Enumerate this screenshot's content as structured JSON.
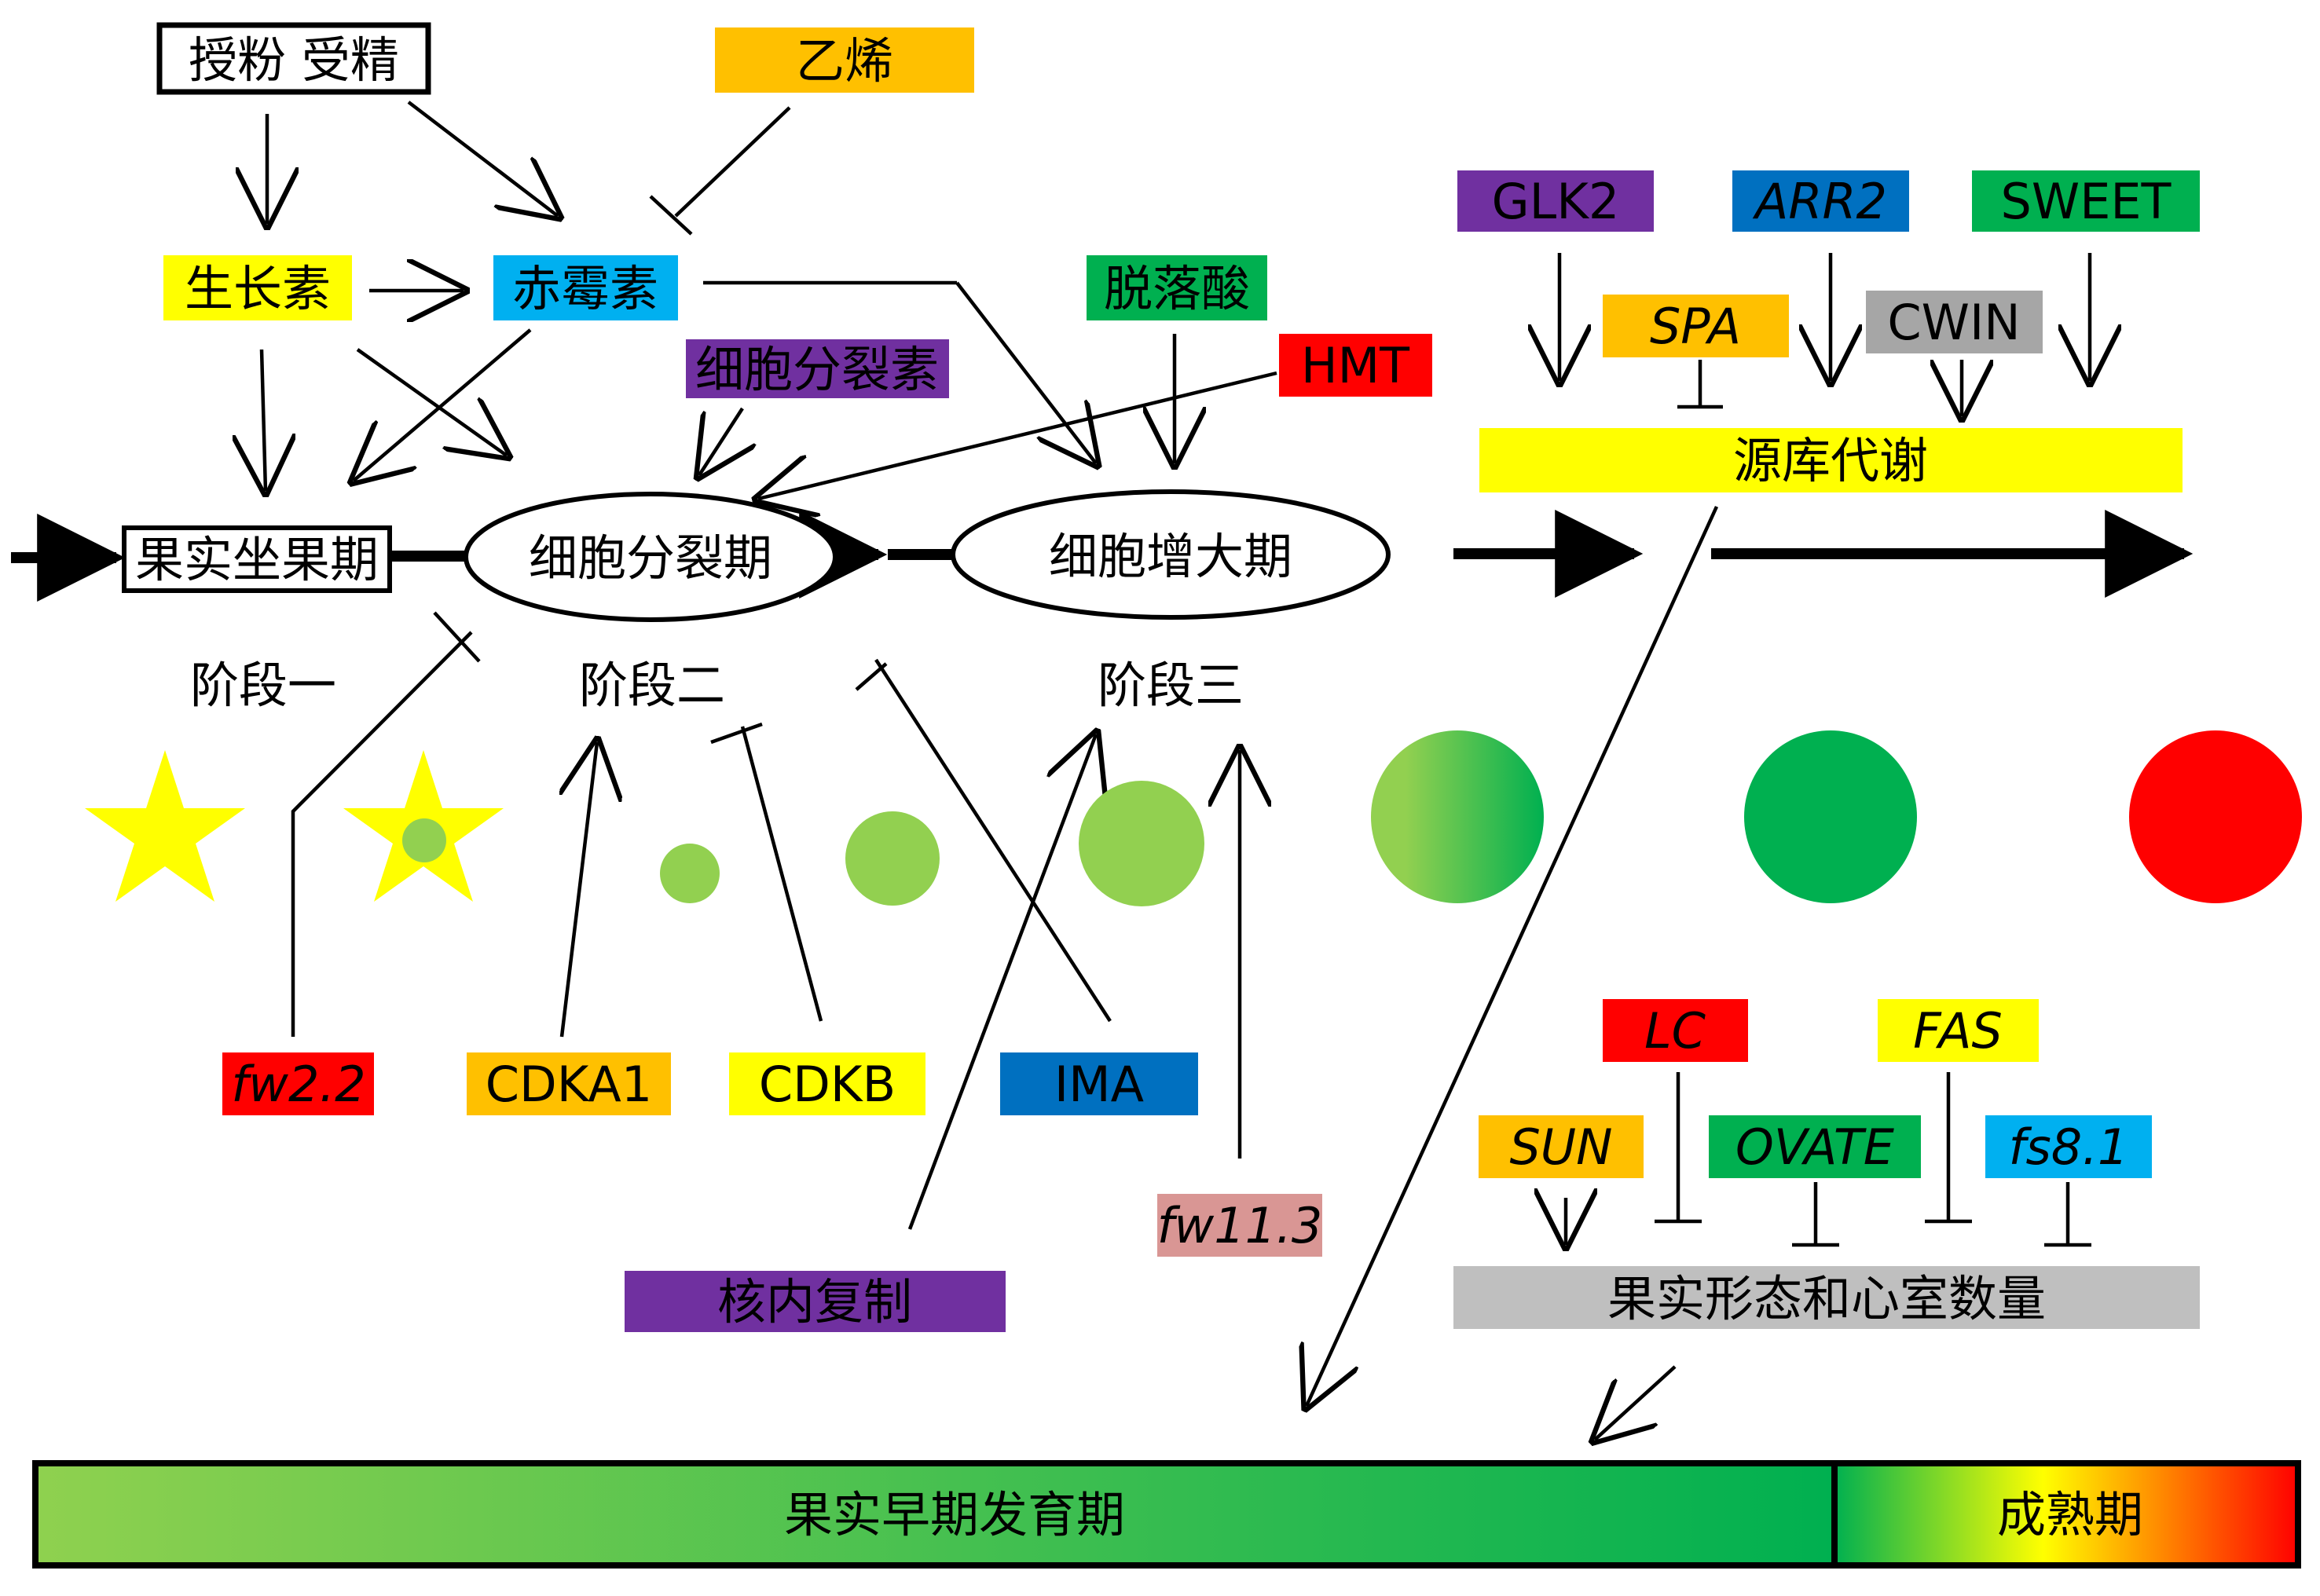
{
  "labels": {
    "pollination": "授粉 受精",
    "ethylene": "乙烯",
    "auxin": "生长素",
    "gibberellin": "赤霉素",
    "abscisic_acid": "脱落酸",
    "cytokinin": "细胞分裂素",
    "hmt": "HMT",
    "fruit_set": "果实坐果期",
    "cell_division": "细胞分裂期",
    "cell_expansion": "细胞增大期",
    "stage1": "阶段一",
    "stage2": "阶段二",
    "stage3": "阶段三",
    "glk2": "GLK2",
    "arr2": "ARR2",
    "sweet": "SWEET",
    "spa": "SPA",
    "cwin": "CWIN",
    "source_sink": "源库代谢",
    "fw22": "fw2.2",
    "cdka1": "CDKA1",
    "cdkb": "CDKB",
    "ima": "IMA",
    "fw113": "fw11.3",
    "endoreduplication": "核内复制",
    "lc": "LC",
    "fas": "FAS",
    "sun": "SUN",
    "ovate": "OVATE",
    "fs81": "fs8.1",
    "fruit_shape": "果实形态和心室数量",
    "early_dev": "果实早期发育期",
    "ripening": "成熟期"
  },
  "colors": {
    "yellow": "#ffff00",
    "orange": "#ffc000",
    "sky": "#00b0f0",
    "green": "#00b050",
    "purple": "#7030a0",
    "red": "#ff0000",
    "blue": "#0070c0",
    "gray": "#bfbfbf",
    "pink": "#d99694",
    "lightgreen": "#92d050"
  }
}
